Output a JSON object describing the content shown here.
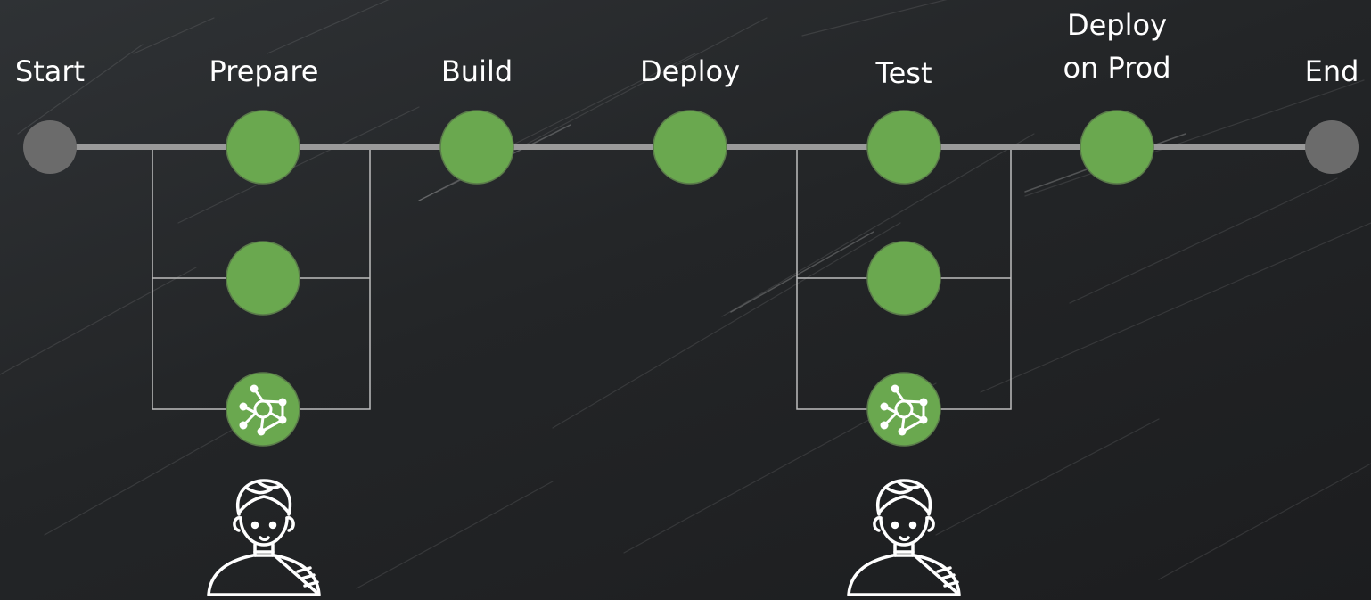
{
  "stages": [
    {
      "id": "start",
      "label": "Start",
      "status": "endpoint"
    },
    {
      "id": "prepare",
      "label": "Prepare",
      "status": "success",
      "parallel": [
        "success",
        "success",
        "workflow"
      ],
      "approval": true
    },
    {
      "id": "build",
      "label": "Build",
      "status": "success"
    },
    {
      "id": "deploy",
      "label": "Deploy",
      "status": "success"
    },
    {
      "id": "test",
      "label": "Test",
      "status": "success",
      "parallel": [
        "success",
        "success",
        "workflow"
      ],
      "approval": true
    },
    {
      "id": "deploy-prod",
      "label": "Deploy\non Prod",
      "status": "success"
    },
    {
      "id": "end",
      "label": "End",
      "status": "endpoint"
    }
  ],
  "colors": {
    "success": "#6aa84f",
    "endpoint": "#6b6b6b",
    "line": "#9a9a9a",
    "branch": "#bdbdbd",
    "text": "#ffffff"
  },
  "icons": {
    "workflow": "workflow-network-icon",
    "approval": "person-approval-icon"
  }
}
